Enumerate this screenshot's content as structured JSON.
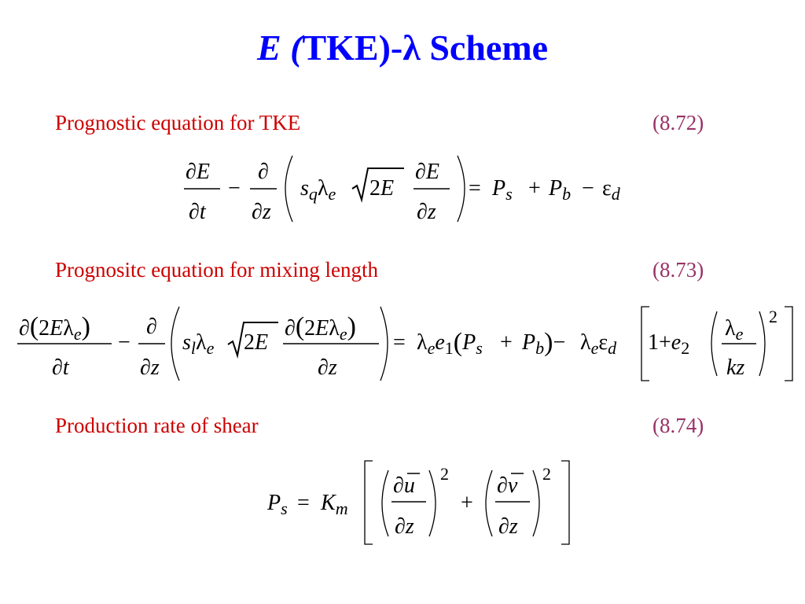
{
  "title": {
    "var": "E (",
    "rest": "TKE)-λ Scheme"
  },
  "sections": [
    {
      "label": "Prognostic equation for TKE",
      "number": "(8.72)"
    },
    {
      "label": "Prognositc equation for mixing length",
      "number": "(8.73)"
    },
    {
      "label": "Production rate of shear",
      "number": "(8.74)"
    }
  ],
  "colors": {
    "title": "#0000ff",
    "label": "#cc0000",
    "number": "#993366"
  }
}
